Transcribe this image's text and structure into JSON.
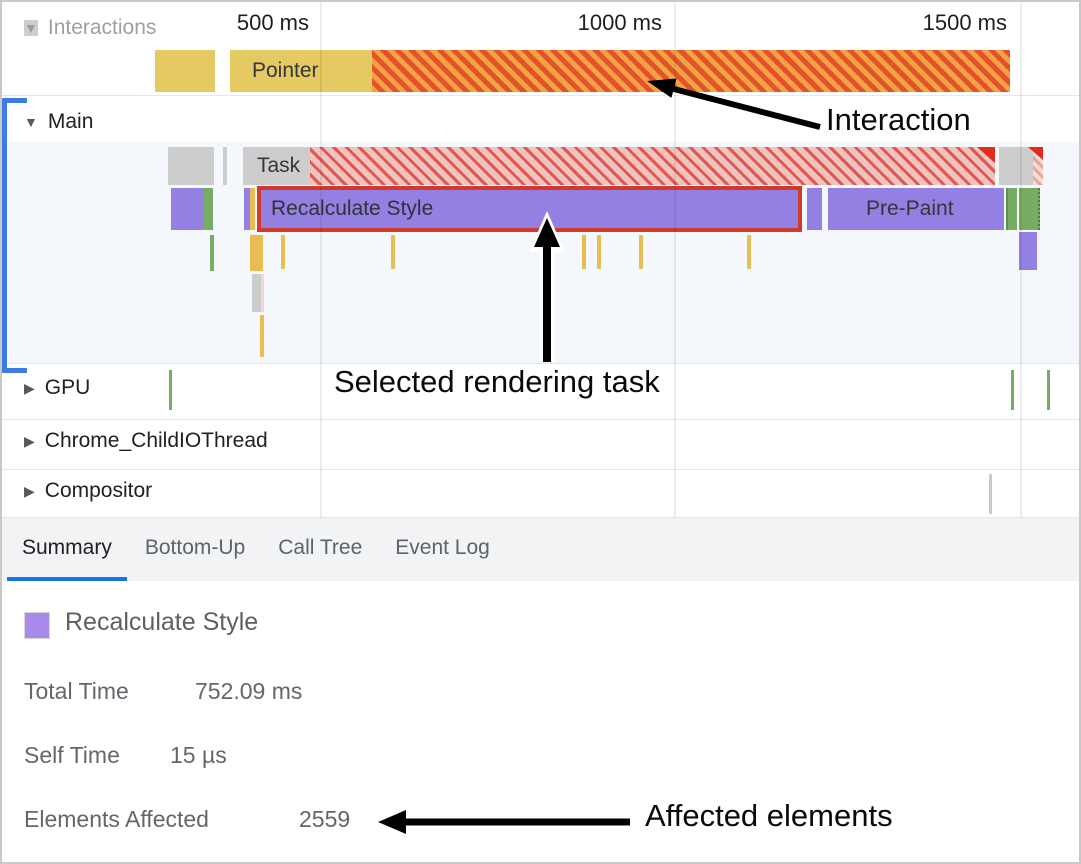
{
  "ruler": {
    "ticks": [
      "500 ms",
      "1000 ms",
      "1500 ms"
    ]
  },
  "tracks": {
    "interactions": {
      "label": "Interactions",
      "pointer_label": "Pointer"
    },
    "main": {
      "label": "Main",
      "task_label": "Task",
      "recalc_label": "Recalculate Style",
      "prepaint_label": "Pre-Paint"
    },
    "gpu": {
      "label": "GPU"
    },
    "chrome_childio": {
      "label": "Chrome_ChildIOThread"
    },
    "compositor": {
      "label": "Compositor"
    }
  },
  "tabs": [
    {
      "label": "Summary"
    },
    {
      "label": "Bottom-Up"
    },
    {
      "label": "Call Tree"
    },
    {
      "label": "Event Log"
    }
  ],
  "summary": {
    "title": "Recalculate Style",
    "rows": [
      {
        "label": "Total Time",
        "value": "752.09 ms"
      },
      {
        "label": "Self Time",
        "value": "15 µs"
      },
      {
        "label": "Elements Affected",
        "value": "2559"
      }
    ]
  },
  "annotations": {
    "interaction": "Interaction",
    "selected_task": "Selected rendering task",
    "affected": "Affected elements"
  },
  "colors": {
    "accent_blue": "#1a73e8",
    "selection_red": "#d0392b",
    "style_purple": "#9480e2",
    "interaction_yellow": "#e5c963",
    "scripting_green": "#76ad62",
    "long_task_red": "#e25750"
  }
}
